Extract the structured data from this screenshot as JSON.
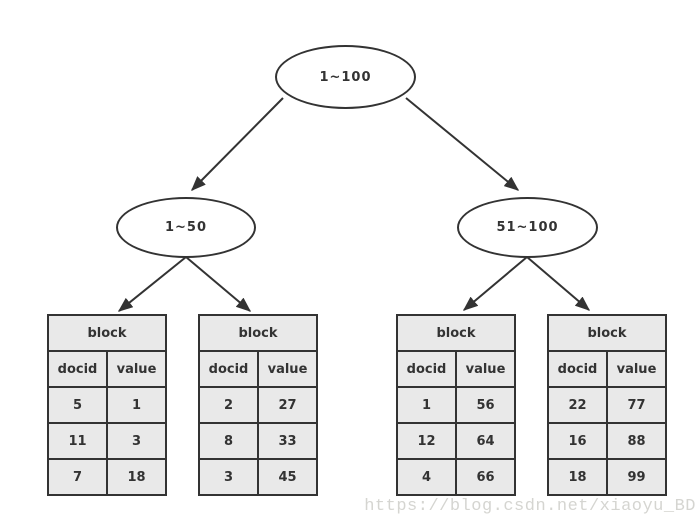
{
  "nodes": {
    "root": "1~100",
    "left": "1~50",
    "right": "51~100"
  },
  "tables": [
    {
      "header": "block",
      "columns": [
        "docid",
        "value"
      ],
      "rows": [
        [
          "5",
          "1"
        ],
        [
          "11",
          "3"
        ],
        [
          "7",
          "18"
        ]
      ]
    },
    {
      "header": "block",
      "columns": [
        "docid",
        "value"
      ],
      "rows": [
        [
          "2",
          "27"
        ],
        [
          "8",
          "33"
        ],
        [
          "3",
          "45"
        ]
      ]
    },
    {
      "header": "block",
      "columns": [
        "docid",
        "value"
      ],
      "rows": [
        [
          "1",
          "56"
        ],
        [
          "12",
          "64"
        ],
        [
          "4",
          "66"
        ]
      ]
    },
    {
      "header": "block",
      "columns": [
        "docid",
        "value"
      ],
      "rows": [
        [
          "22",
          "77"
        ],
        [
          "16",
          "88"
        ],
        [
          "18",
          "99"
        ]
      ]
    }
  ],
  "watermark": "https://blog.csdn.net/xiaoyu_BD",
  "colors": {
    "line": "#333333",
    "cell_fill": "#e9e9e9",
    "text": "#333333",
    "watermark": "#d5d5d1"
  }
}
